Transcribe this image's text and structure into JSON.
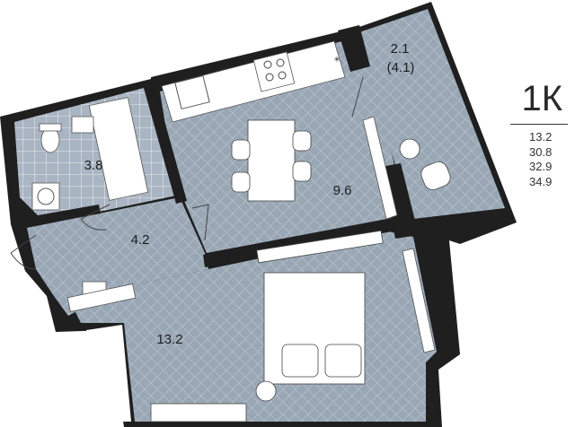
{
  "apartment": {
    "type_label": "1К",
    "areas": [
      "13.2",
      "30.8",
      "32.9",
      "34.9"
    ]
  },
  "rooms": {
    "loggia": {
      "area": "2.1",
      "area_alt": "(4.1)"
    },
    "kitchen": {
      "area": "9.6"
    },
    "bathroom": {
      "area": "3.8"
    },
    "hallway": {
      "area": "4.2"
    },
    "bedroom": {
      "area": "13.2"
    }
  },
  "colors": {
    "wall": "#1f1f1f",
    "floor": "#99a7b5",
    "tile": "#a9b5c2",
    "furniture": "#ffffff"
  }
}
